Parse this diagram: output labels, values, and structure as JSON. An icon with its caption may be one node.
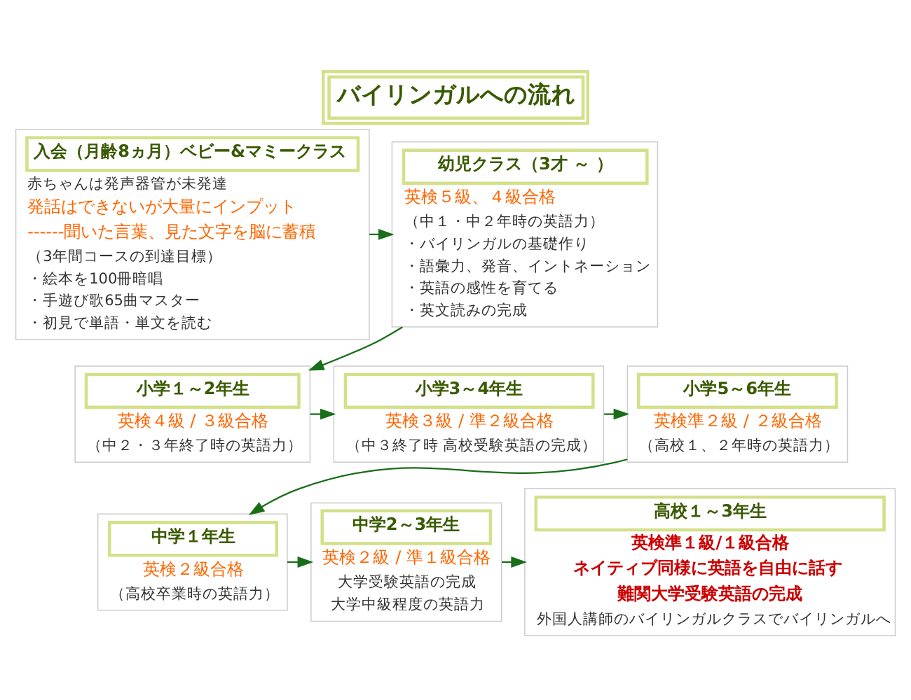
{
  "diagram": {
    "title": "バイリンガルへの流れ",
    "nodes": [
      {
        "text": [
          "入会（月齢8ヵ月）ベビー&マミークラス",
          "赤ちゃんは発声器管が未発達",
          "発話はできないが大量にインプット",
          "------聞いた言葉、見た文字を脳に蓄積",
          "（3年間コースの到達目標）",
          "・絵本を100冊暗唱",
          "・手遊び歌65曲マスター",
          "・初見で単語・単文を読む"
        ]
      },
      {
        "text": [
          "幼児クラス（3才 ～ ）",
          "英検５級、４級合格",
          "（中１・中２年時の英語力）",
          "・バイリンガルの基礎作り",
          "・語彙力、発音、イントネーション",
          "・英語の感性を育てる",
          "・英文読みの完成"
        ]
      },
      {
        "text": [
          "小学１～2年生",
          "英検４級 / ３級合格",
          "（中２・３年終了時の英語力）"
        ]
      },
      {
        "text": [
          "小学3～4年生",
          "英検３級 / 準２級合格",
          "（中３終了時 高校受験英語の完成）"
        ]
      },
      {
        "text": [
          "小学5～6年生",
          "英検準２級 / ２級合格",
          "（高校１、２年時の英語力）"
        ]
      },
      {
        "text": [
          "中学１年生",
          "英検２級合格",
          "（高校卒業時の英語力）"
        ]
      },
      {
        "text": [
          "中学2～3年生",
          "英検２級 / 準１級合格",
          "大学受験英語の完成",
          "大学中級程度の英語力"
        ]
      },
      {
        "text": [
          "高校１～3年生",
          "英検準１級/１級合格",
          "ネイティブ同様に英語を自由に話す",
          "難関大学受験英語の完成",
          "外国人講師のバイリンガルクラスでバイリンガルへ"
        ]
      }
    ],
    "edges": [
      {
        "from": 0,
        "to": 1,
        "arrow": "to"
      },
      {
        "from": 1,
        "to": 2,
        "arrow": "to"
      },
      {
        "from": 2,
        "to": 3,
        "arrow": "to"
      },
      {
        "from": 3,
        "to": 4,
        "arrow": "to"
      },
      {
        "from": 4,
        "to": 5,
        "arrow": "to"
      },
      {
        "from": 5,
        "to": 6,
        "arrow": "to"
      },
      {
        "from": 6,
        "to": 7,
        "arrow": "to"
      }
    ]
  }
}
